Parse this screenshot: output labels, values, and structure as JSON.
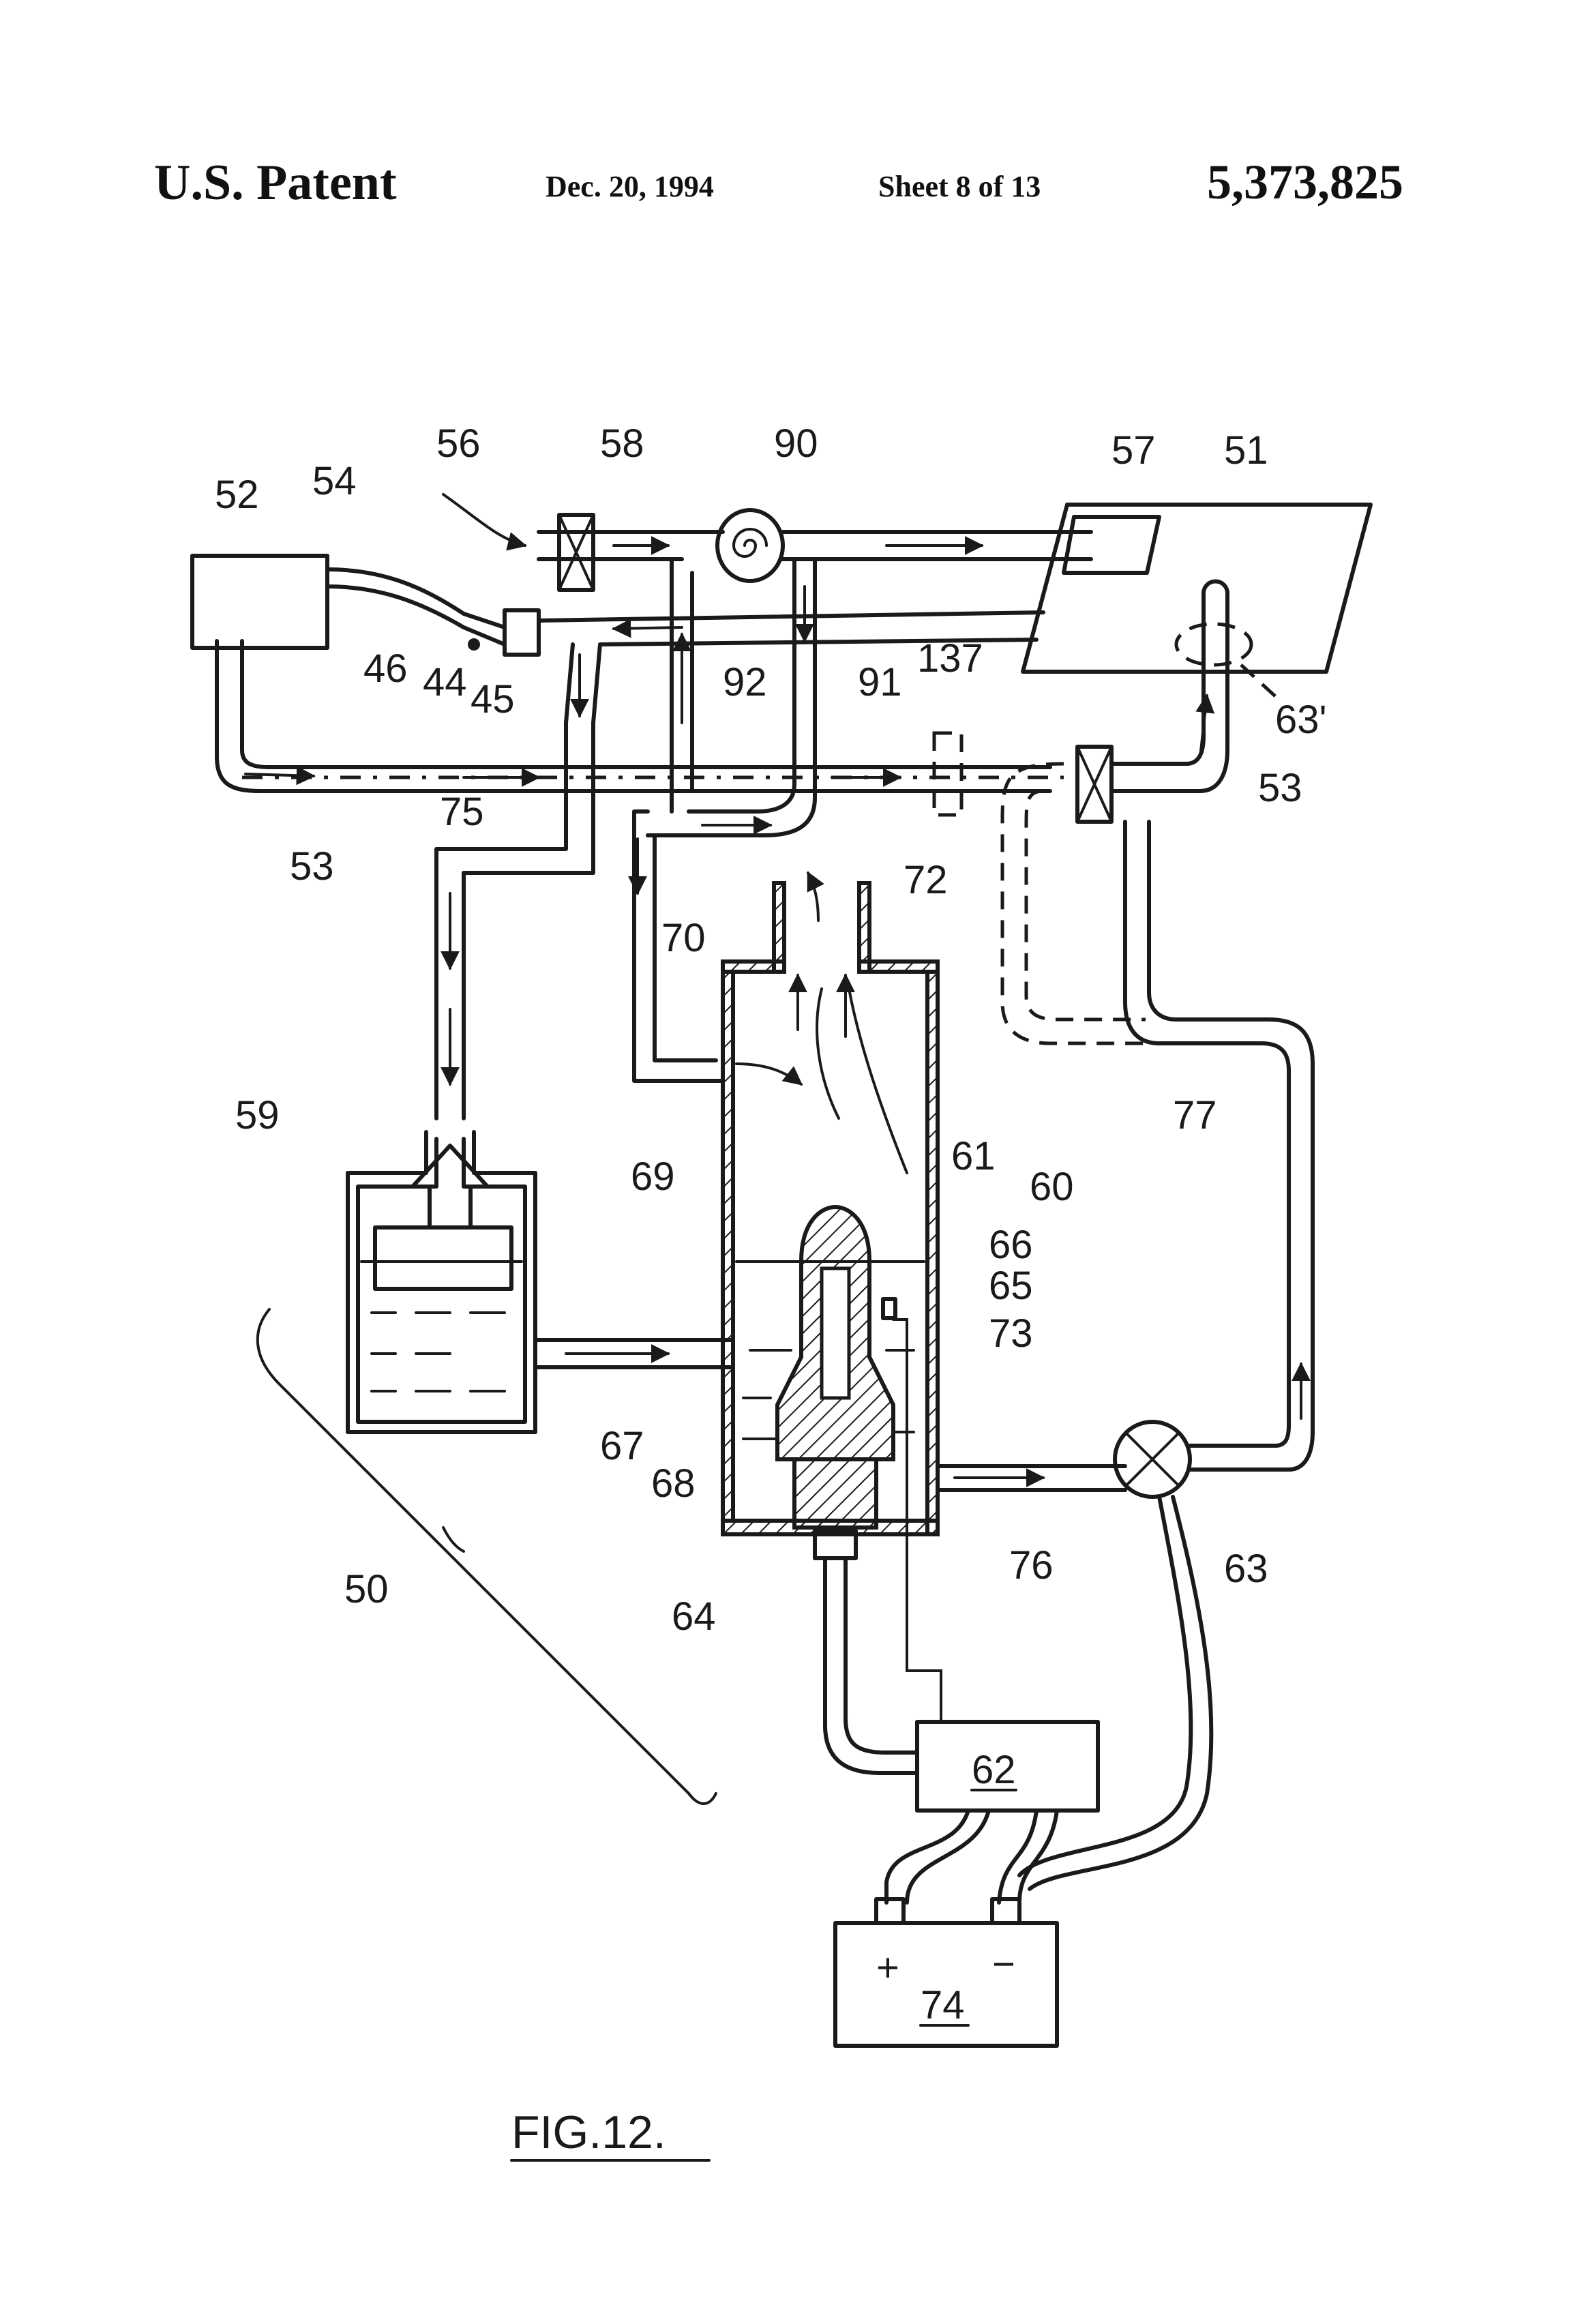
{
  "header": {
    "left": "U.S. Patent",
    "date": "Dec. 20, 1994",
    "sheet": "Sheet 8 of 13",
    "number": "5,373,825"
  },
  "figure": {
    "caption": "FIG.12.",
    "labels": {
      "l56": "56",
      "l58": "58",
      "l90": "90",
      "l57": "57",
      "l51": "51",
      "l52": "52",
      "l54": "54",
      "l46": "46",
      "l44": "44",
      "l45": "45",
      "l92": "92",
      "l91": "91",
      "l137": "137",
      "l63p": "63'",
      "l53a": "53",
      "l53b": "53",
      "l75": "75",
      "l72": "72",
      "l70": "70",
      "l59": "59",
      "l77": "77",
      "l69": "69",
      "l61": "61",
      "l60": "60",
      "l66": "66",
      "l65": "65",
      "l73": "73",
      "l67": "67",
      "l68": "68",
      "l76": "76",
      "l63": "63",
      "l50": "50",
      "l64": "64",
      "l62": "62",
      "l74": "74",
      "plus": "+",
      "minus": "−"
    }
  }
}
